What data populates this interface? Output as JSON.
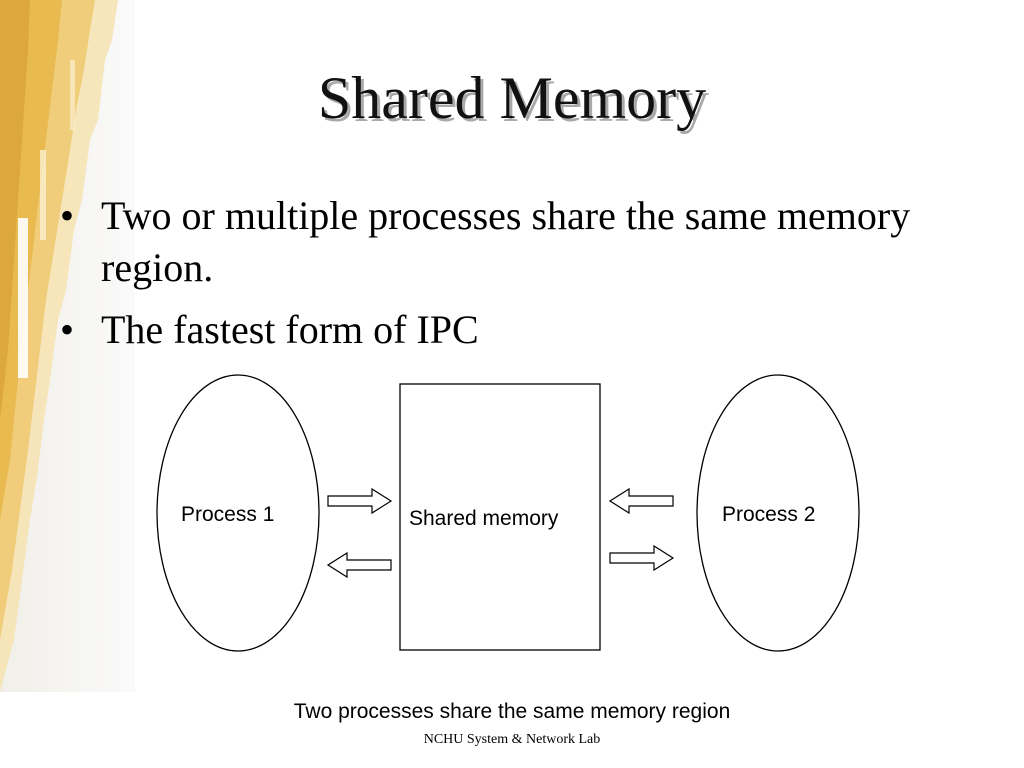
{
  "slide": {
    "title": "Shared Memory",
    "bullets": [
      {
        "marker": "•",
        "text": "Two or multiple processes share the same memory region."
      },
      {
        "marker": "•",
        "text": "The fastest form of IPC"
      }
    ]
  },
  "diagram": {
    "process_left": "Process 1",
    "shared_block": "Shared memory",
    "process_right": "Process 2",
    "arrows": [
      {
        "from": "Process 1",
        "to": "Shared memory"
      },
      {
        "from": "Shared memory",
        "to": "Process 1"
      },
      {
        "from": "Process 2",
        "to": "Shared memory"
      },
      {
        "from": "Shared memory",
        "to": "Process 2"
      }
    ],
    "caption": "Two processes share the same memory region"
  },
  "footer": {
    "text": "NCHU System & Network Lab"
  },
  "colors": {
    "decor_accent": "#e8b84a",
    "decor_light": "#f4dca0",
    "text": "#000000",
    "title_shadow": "#a9a9a9"
  }
}
